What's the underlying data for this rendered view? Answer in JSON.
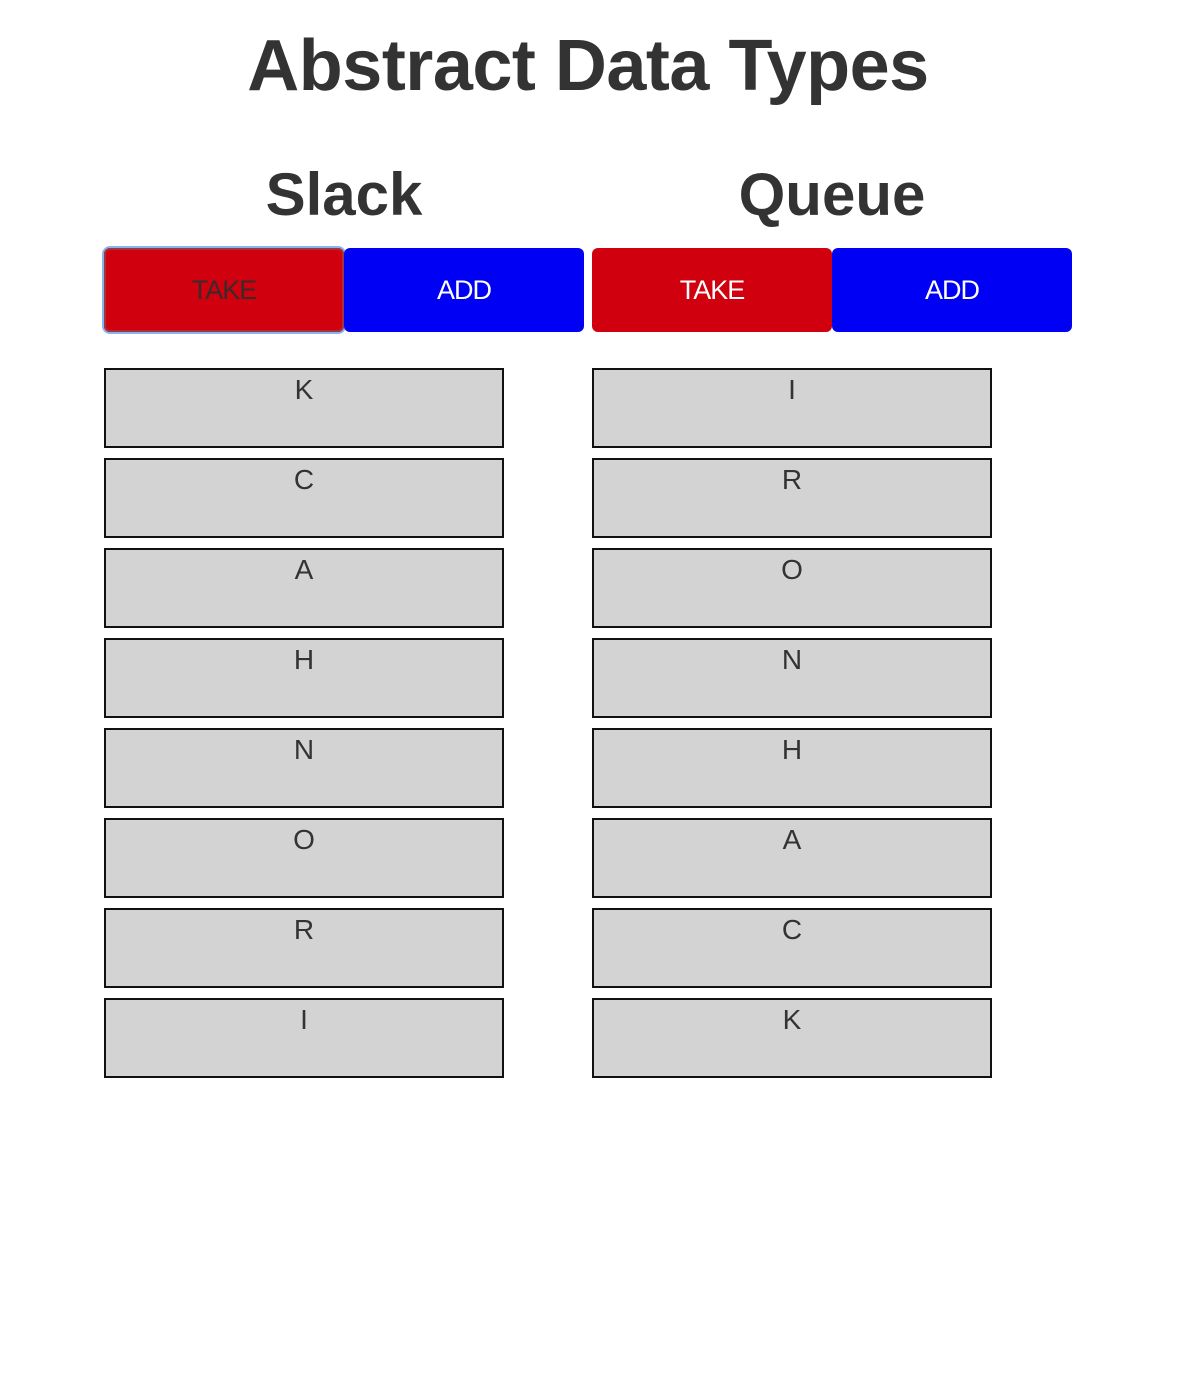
{
  "page": {
    "title": "Abstract Data Types"
  },
  "stack": {
    "title": "Slack",
    "take_label": "TAKE",
    "add_label": "ADD",
    "items": [
      "K",
      "C",
      "A",
      "H",
      "N",
      "O",
      "R",
      "I"
    ]
  },
  "queue": {
    "title": "Queue",
    "take_label": "TAKE",
    "add_label": "ADD",
    "items": [
      "I",
      "R",
      "O",
      "N",
      "H",
      "A",
      "C",
      "K"
    ]
  },
  "colors": {
    "take_button": "#d0000f",
    "add_button": "#0000f5",
    "cell_background": "#d3d3d3",
    "text": "#333333"
  }
}
